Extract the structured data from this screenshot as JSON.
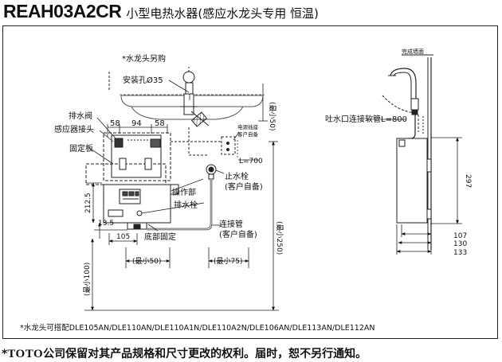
{
  "header": {
    "model": "REAH03A2CR",
    "description": "小型电热水器(感应水龙头专用 恒温)"
  },
  "labels": {
    "faucet_separate": "*水龙头另购",
    "mount_hole": "安装孔Ø35",
    "drain_valve": "排水阀",
    "sensor_connector": "感应器接头",
    "fixing_plate": "固定板",
    "power_outlet_line1": "电源插座",
    "power_outlet_line2": "客户自备",
    "stop_valve_line1": "止水栓",
    "stop_valve_line2": "(客户自备)",
    "control_unit": "操作部",
    "drain_plug": "排水栓",
    "bottom_fixing": "底部固定",
    "connection_pipe_line1": "连接管",
    "connection_pipe_line2": "(客户自备)",
    "finished_wall": "完成墙面",
    "outlet_hose": "吐水口连接软管L=800"
  },
  "dimensions": {
    "d58a": "58",
    "d94": "94",
    "d58b": "58",
    "min50_top": "(最小50)",
    "l700": "L=700",
    "d212_5": "212.5",
    "d13_5": "13.5",
    "d105": "105",
    "min50_bottom": "(最小50)",
    "min75": "(最小75)",
    "min250": "(最小250)",
    "min100": "(最小100)",
    "d297": "297",
    "d107": "107",
    "d130": "130",
    "d133": "133"
  },
  "note": "*水龙头可搭配DLE105AN/DLE110AN/DLE110A1N/DLE110A2N/DLE106AN/DLE113AN/DLE112AN",
  "footer": {
    "mark": "*",
    "brand": "TOTO",
    "text": "公司保留对其产品规格和尺寸更改的权利。届时，恕不另行通知。"
  }
}
